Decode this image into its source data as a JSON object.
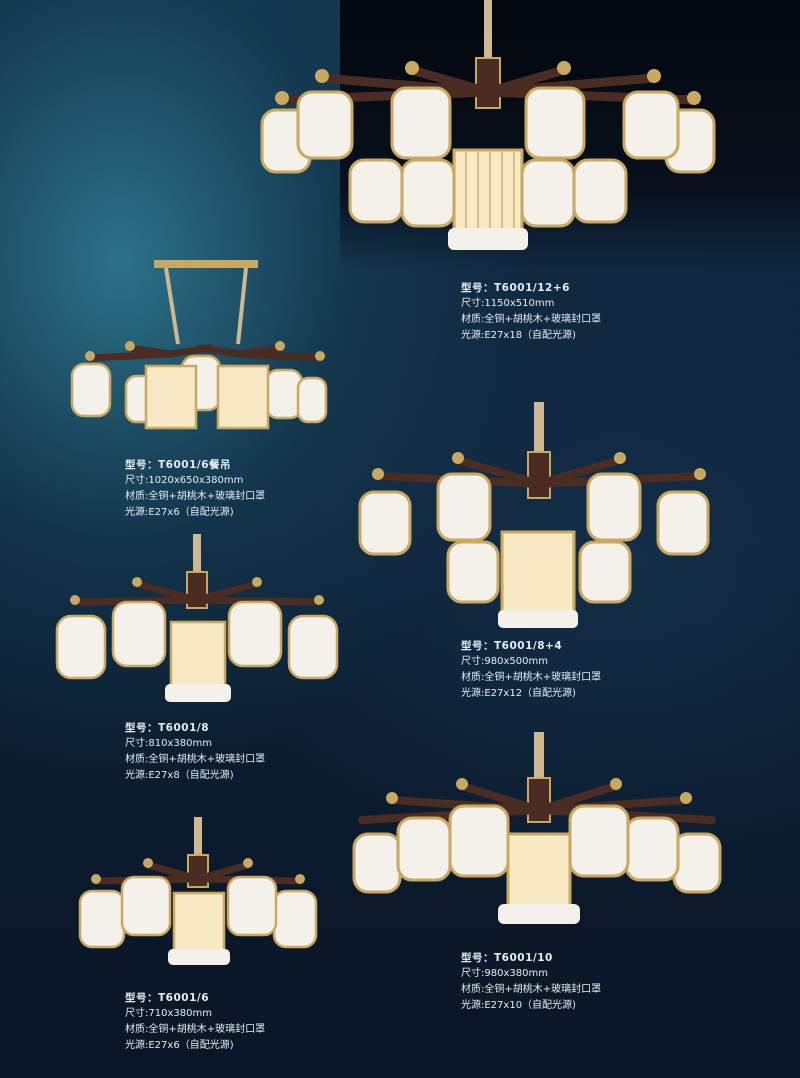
{
  "products": [
    {
      "model": "型号：T6001/12+6",
      "size": "尺寸:1150x510mm",
      "material": "材质:全铜+胡桃木+玻璃封口罩",
      "light": "光源:E27x18（自配光源)"
    },
    {
      "model": "型号：T6001/6餐吊",
      "size": "尺寸:1020x650x380mm",
      "material": "材质:全铜+胡桃木+玻璃封口罩",
      "light": "光源:E27x6（自配光源)"
    },
    {
      "model": "型号：T6001/8+4",
      "size": "尺寸:980x500mm",
      "material": "材质:全铜+胡桃木+玻璃封口罩",
      "light": "光源:E27x12（自配光源)"
    },
    {
      "model": "型号：T6001/8",
      "size": "尺寸:810x380mm",
      "material": "材质:全铜+胡桃木+玻璃封口罩",
      "light": "光源:E27x8（自配光源)"
    },
    {
      "model": "型号：T6001/10",
      "size": "尺寸:980x380mm",
      "material": "材质:全铜+胡桃木+玻璃封口罩",
      "light": "光源:E27x10（自配光源)"
    },
    {
      "model": "型号：T6001/6",
      "size": "尺寸:710x380mm",
      "material": "材质:全铜+胡桃木+玻璃封口罩",
      "light": "光源:E27x6（自配光源)"
    }
  ],
  "colors": {
    "brass": "#c9a862",
    "walnut": "#4a2c22",
    "glass": "#f4f1ea",
    "caption_text": "#e6edf3"
  }
}
